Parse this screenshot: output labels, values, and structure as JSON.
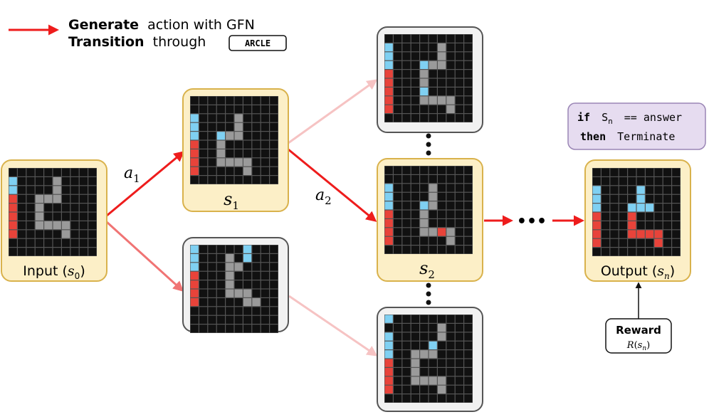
{
  "legend": {
    "line1_bold": "Generate",
    "line1_rest": "action with GFN",
    "line2_bold": "Transition",
    "line2_rest": "through",
    "arcle_label": "ARCLE"
  },
  "labels": {
    "input_prefix": "Input (",
    "input_var": "s",
    "input_sub": "0",
    "input_suffix": ")",
    "s1_var": "s",
    "s1_sub": "1",
    "s2_var": "s",
    "s2_sub": "2",
    "output_prefix": "Output (",
    "output_var": "s",
    "output_sub": "n",
    "output_suffix": ")",
    "a1_var": "a",
    "a1_sub": "1",
    "a2_var": "a",
    "a2_sub": "2"
  },
  "terminate": {
    "kw_if": "if",
    "cond": "S",
    "cond_sub": "n",
    "cond_rest": "== answer",
    "kw_then": "then",
    "action": "Terminate"
  },
  "reward": {
    "title": "Reward",
    "formula_var": "R",
    "formula_open": "(",
    "formula_arg": "s",
    "formula_sub": "n",
    "formula_close": ")"
  },
  "ellipsis": "•••",
  "colors": {
    "accent_red": "#ee1c1c",
    "card_yellow_fill": "#fcefc7",
    "card_yellow_border": "#d9b24c",
    "card_gray_fill": "#f1f1f1",
    "card_gray_border": "#555555",
    "terminate_fill": "#e6dcf0",
    "terminate_border": "#9a85b5",
    "cell_black": "#111111",
    "cell_blue": "#7fd0f2",
    "cell_red": "#e8433a",
    "cell_gray": "#9a9a9a"
  },
  "grids": {
    "s0": {
      "blue": [
        [
          0,
          1
        ],
        [
          0,
          2
        ]
      ],
      "red": [
        [
          0,
          3
        ],
        [
          0,
          4
        ],
        [
          0,
          5
        ],
        [
          0,
          6
        ],
        [
          0,
          7
        ]
      ],
      "gray": [
        [
          5,
          1
        ],
        [
          5,
          2
        ],
        [
          5,
          3
        ],
        [
          4,
          3
        ],
        [
          3,
          3
        ],
        [
          3,
          4
        ],
        [
          3,
          5
        ],
        [
          3,
          6
        ],
        [
          4,
          6
        ],
        [
          5,
          6
        ],
        [
          6,
          6
        ],
        [
          6,
          7
        ]
      ]
    },
    "s1": {
      "blue": [
        [
          0,
          2
        ],
        [
          0,
          3
        ],
        [
          0,
          4
        ],
        [
          3,
          4
        ]
      ],
      "red": [
        [
          0,
          5
        ],
        [
          0,
          6
        ],
        [
          0,
          7
        ],
        [
          0,
          8
        ]
      ],
      "gray": [
        [
          5,
          2
        ],
        [
          5,
          3
        ],
        [
          4,
          4
        ],
        [
          5,
          4
        ],
        [
          3,
          5
        ],
        [
          3,
          6
        ],
        [
          3,
          7
        ],
        [
          4,
          7
        ],
        [
          5,
          7
        ],
        [
          6,
          7
        ],
        [
          6,
          8
        ]
      ]
    },
    "s2a": {
      "blue": [
        [
          0,
          1
        ],
        [
          0,
          2
        ],
        [
          0,
          3
        ],
        [
          4,
          3
        ],
        [
          4,
          6
        ]
      ],
      "red": [
        [
          0,
          4
        ],
        [
          0,
          5
        ],
        [
          0,
          6
        ],
        [
          0,
          7
        ],
        [
          0,
          8
        ]
      ],
      "gray": [
        [
          6,
          1
        ],
        [
          6,
          2
        ],
        [
          6,
          3
        ],
        [
          5,
          3
        ],
        [
          4,
          4
        ],
        [
          4,
          5
        ],
        [
          4,
          7
        ],
        [
          5,
          7
        ],
        [
          6,
          7
        ],
        [
          7,
          7
        ],
        [
          7,
          8
        ]
      ]
    },
    "s2": {
      "blue": [
        [
          0,
          2
        ],
        [
          0,
          3
        ],
        [
          0,
          4
        ],
        [
          4,
          4
        ]
      ],
      "red": [
        [
          0,
          5
        ],
        [
          0,
          6
        ],
        [
          0,
          7
        ],
        [
          0,
          8
        ],
        [
          6,
          7
        ]
      ],
      "gray": [
        [
          5,
          2
        ],
        [
          5,
          3
        ],
        [
          5,
          4
        ],
        [
          4,
          5
        ],
        [
          4,
          6
        ],
        [
          4,
          7
        ],
        [
          5,
          7
        ],
        [
          7,
          7
        ],
        [
          7,
          8
        ]
      ]
    },
    "s2b": {
      "blue": [
        [
          0,
          0
        ],
        [
          0,
          2
        ],
        [
          0,
          3
        ],
        [
          0,
          4
        ],
        [
          5,
          3
        ]
      ],
      "red": [
        [
          0,
          5
        ],
        [
          0,
          6
        ],
        [
          0,
          7
        ],
        [
          0,
          8
        ]
      ],
      "gray": [
        [
          6,
          1
        ],
        [
          6,
          2
        ],
        [
          5,
          4
        ],
        [
          4,
          4
        ],
        [
          3,
          4
        ],
        [
          3,
          5
        ],
        [
          3,
          6
        ],
        [
          3,
          7
        ],
        [
          4,
          7
        ],
        [
          5,
          7
        ],
        [
          6,
          7
        ],
        [
          6,
          8
        ]
      ]
    },
    "s1b": {
      "blue": [
        [
          0,
          0
        ],
        [
          0,
          1
        ],
        [
          0,
          2
        ],
        [
          6,
          0
        ],
        [
          6,
          1
        ]
      ],
      "red": [
        [
          0,
          3
        ],
        [
          0,
          4
        ],
        [
          0,
          5
        ],
        [
          0,
          6
        ]
      ],
      "gray": [
        [
          4,
          1
        ],
        [
          4,
          2
        ],
        [
          4,
          3
        ],
        [
          5,
          2
        ],
        [
          4,
          4
        ],
        [
          4,
          5
        ],
        [
          5,
          5
        ],
        [
          6,
          5
        ],
        [
          6,
          6
        ],
        [
          7,
          6
        ]
      ]
    },
    "sn": {
      "blue": [
        [
          0,
          2
        ],
        [
          0,
          3
        ],
        [
          0,
          4
        ],
        [
          5,
          2
        ],
        [
          5,
          3
        ],
        [
          4,
          4
        ],
        [
          5,
          4
        ],
        [
          6,
          4
        ]
      ],
      "red": [
        [
          0,
          5
        ],
        [
          0,
          6
        ],
        [
          0,
          7
        ],
        [
          0,
          8
        ],
        [
          4,
          5
        ],
        [
          4,
          6
        ],
        [
          4,
          7
        ],
        [
          5,
          7
        ],
        [
          6,
          7
        ],
        [
          7,
          7
        ],
        [
          7,
          8
        ]
      ],
      "gray": []
    }
  }
}
